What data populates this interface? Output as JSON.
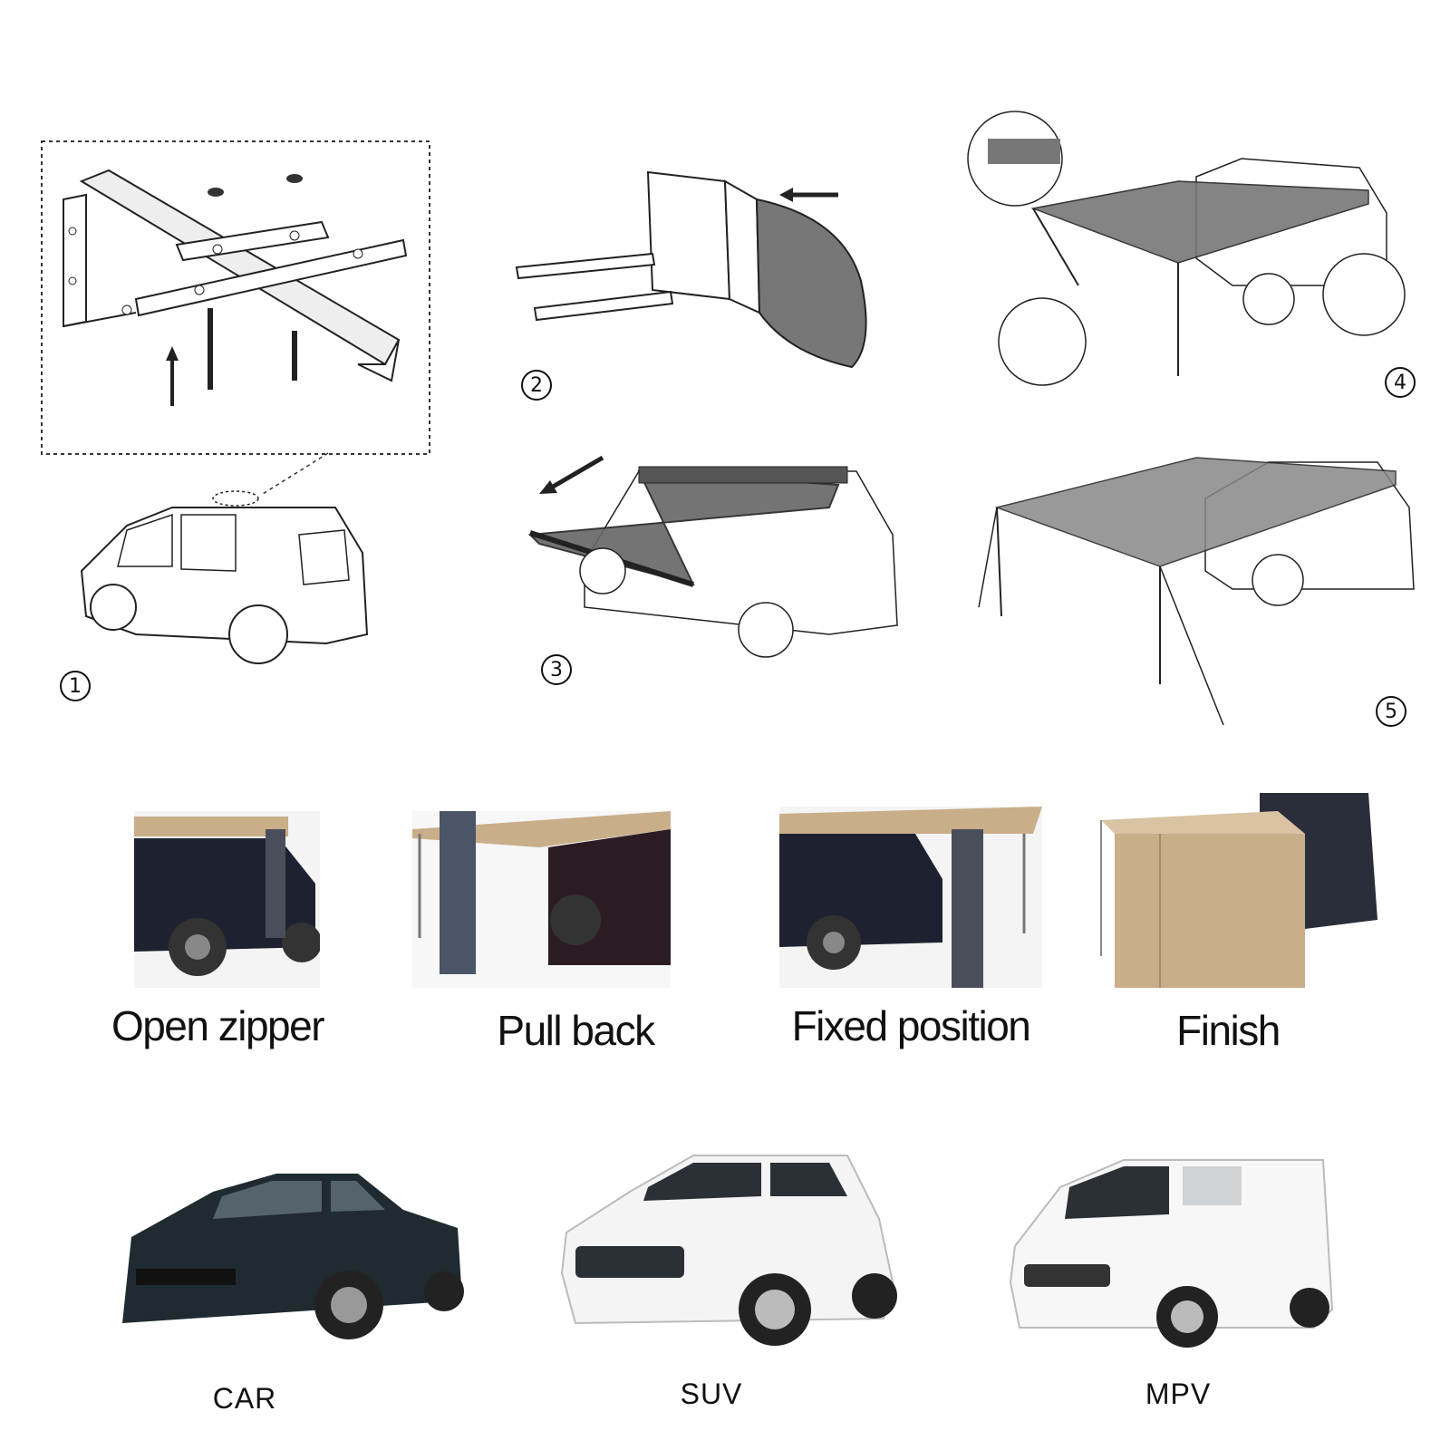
{
  "diagram_steps": [
    {
      "number": "1",
      "icon": "mounting-bracket-assembly"
    },
    {
      "number": "2",
      "icon": "awning-bag-attach"
    },
    {
      "number": "3",
      "icon": "awning-pull-out"
    },
    {
      "number": "4",
      "icon": "awning-leg-setup"
    },
    {
      "number": "5",
      "icon": "awning-fully-deployed"
    }
  ],
  "photo_steps": [
    {
      "label": "Open zipper"
    },
    {
      "label": "Pull back"
    },
    {
      "label": "Fixed position"
    },
    {
      "label": "Finish"
    }
  ],
  "vehicles": [
    {
      "label": "CAR",
      "color": "#1f2b30"
    },
    {
      "label": "SUV",
      "color": "#f4f4f4"
    },
    {
      "label": "MPV",
      "color": "#f7f7f7"
    }
  ],
  "colors": {
    "line": "#222222",
    "awning_fabric_diagram": "#777777",
    "awning_fabric_photo": "#c9ae8a",
    "bracket_fill": "#eeeeee"
  }
}
